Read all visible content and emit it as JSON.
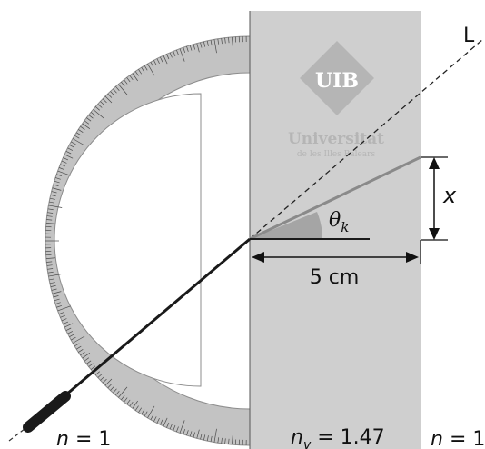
{
  "labels": {
    "line": "L",
    "offset": "x",
    "angle_symbol": "θ",
    "angle_sub": "k",
    "distance": "5 cm",
    "n_left_var": "n",
    "n_left_val": " = 1",
    "n_glass_var": "n",
    "n_glass_sub": "v",
    "n_glass_val": " = 1.47",
    "n_right_var": "n",
    "n_right_val": " = 1"
  },
  "logo": {
    "mark": "UIB",
    "name": "Universitat",
    "tagline": "de les Illes Balears"
  },
  "colors": {
    "glass_block": "#cfcfcf",
    "protractor": "#c3c3c3",
    "incident_ray": "#1a1a1a",
    "refracted_ray": "#8a8a8a",
    "logo": "#b5b5b5"
  }
}
